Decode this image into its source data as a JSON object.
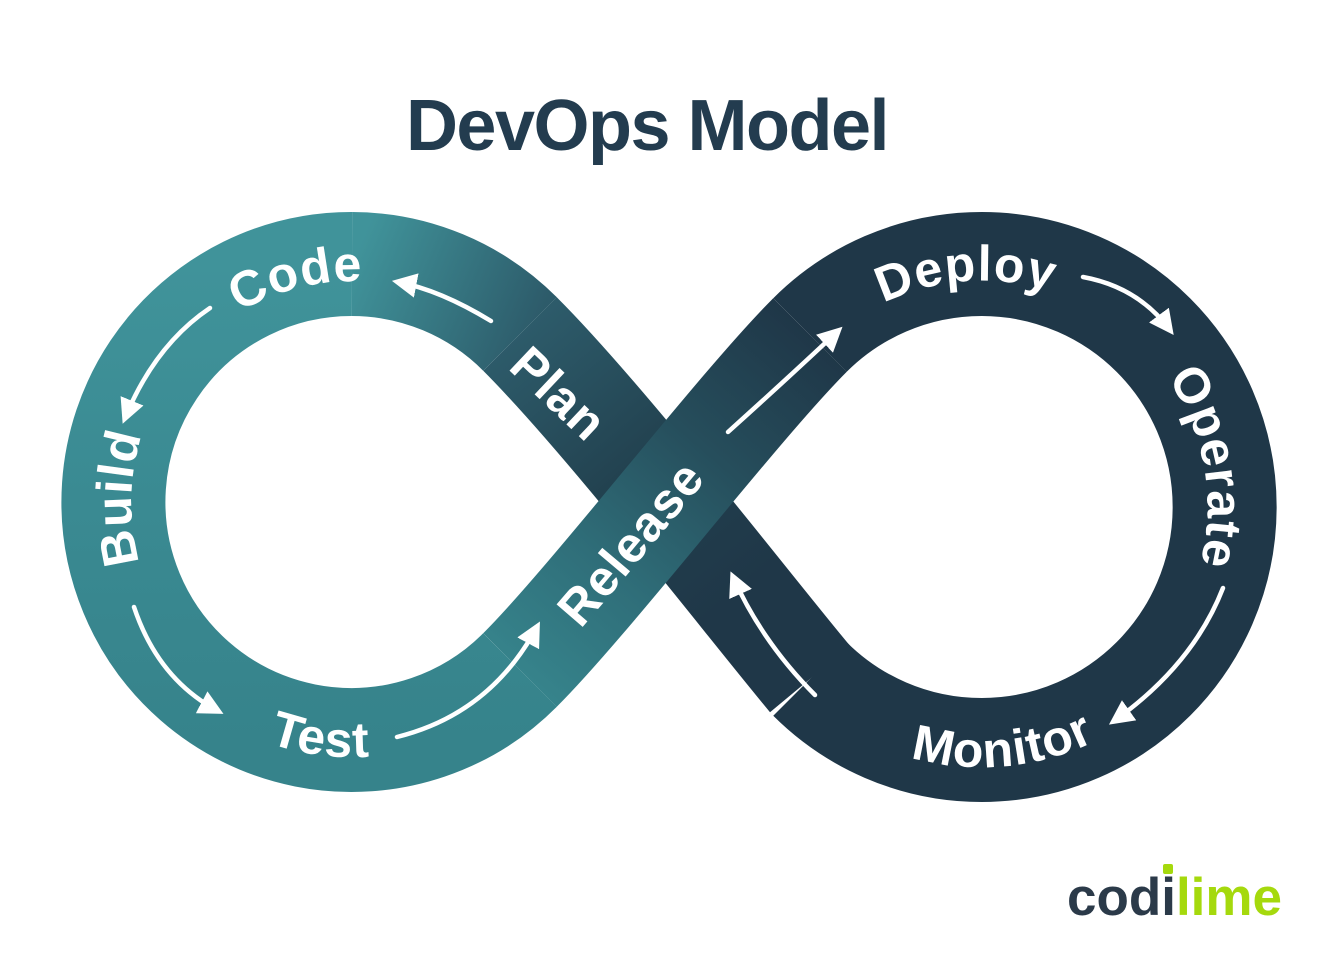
{
  "title": "DevOps Model",
  "diagram": {
    "type": "devops-infinity-loop",
    "stages": [
      {
        "label": "Plan",
        "loop": "left",
        "order": 1
      },
      {
        "label": "Code",
        "loop": "left",
        "order": 2
      },
      {
        "label": "Build",
        "loop": "left",
        "order": 3
      },
      {
        "label": "Test",
        "loloop": "left",
        "loop": "left",
        "order": 4
      },
      {
        "label": "Release",
        "loop": "crossover",
        "order": 5
      },
      {
        "label": "Deploy",
        "loop": "right",
        "order": 6
      },
      {
        "label": "Operate",
        "loop": "right",
        "order": 7
      },
      {
        "label": "Monitor",
        "loop": "right",
        "order": 8
      }
    ],
    "colors": {
      "left_loop_teal": "#3A8A92",
      "right_loop_navy": "#1F3748",
      "stage_label": "#FFFFFF",
      "arrow": "#FFFFFF",
      "title_text": "#233C4F"
    }
  },
  "logo": {
    "text_primary": "codi",
    "text_accent": "lime",
    "primary_color": "#2B3A49",
    "accent_color": "#A5D90D"
  }
}
